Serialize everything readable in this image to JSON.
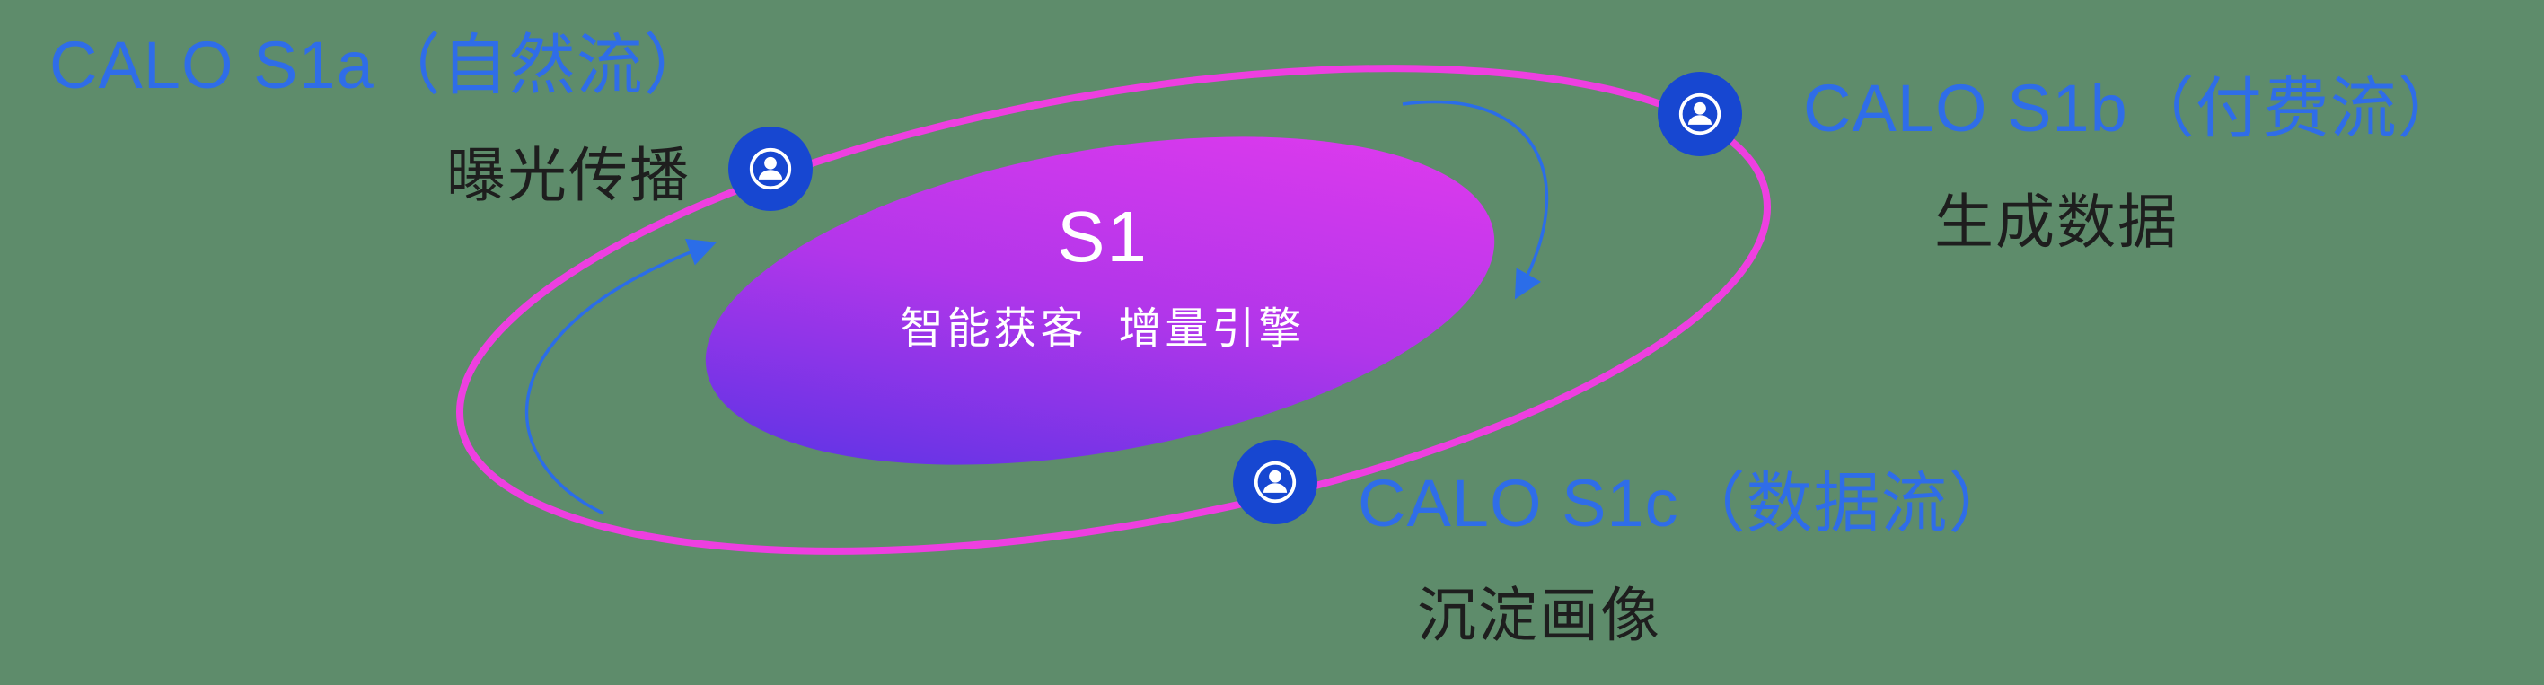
{
  "diagram": {
    "core": {
      "title": "S1",
      "subtitle": "智能获客  增量引擎"
    },
    "nodes": [
      {
        "id": "s1a",
        "title": "CALO S1a（自然流）",
        "subtitle": "曝光传播",
        "icon": "person-icon"
      },
      {
        "id": "s1b",
        "title": "CALO S1b（付费流）",
        "subtitle": "生成数据",
        "icon": "person-icon"
      },
      {
        "id": "s1c",
        "title": "CALO S1c（数据流）",
        "subtitle": "沉淀画像",
        "icon": "person-icon"
      }
    ],
    "colors": {
      "background": "#5e8c6b",
      "orbit": "#ee3fe0",
      "node_fill": "#1747d1",
      "label_blue": "#2f6de8",
      "label_dark": "#1e1e1e",
      "core_gradient_start": "#4a33e4",
      "core_gradient_mid": "#b236ea",
      "core_gradient_end": "#e93bee",
      "arrow": "#2b6de8",
      "core_text": "#ffffff"
    }
  }
}
